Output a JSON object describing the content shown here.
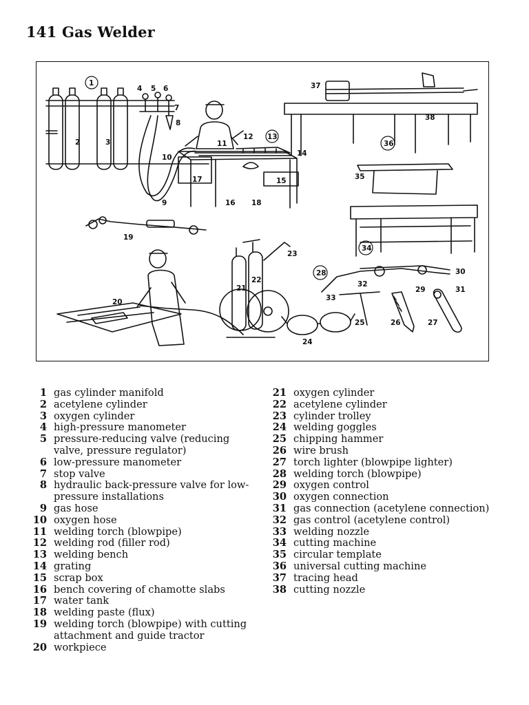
{
  "page": {
    "title": "141 Gas Welder"
  },
  "callouts": [
    "1",
    "2",
    "3",
    "4",
    "5",
    "6",
    "7",
    "8",
    "9",
    "10",
    "11",
    "12",
    "13",
    "14",
    "15",
    "16",
    "17",
    "18",
    "19",
    "20",
    "21",
    "22",
    "23",
    "24",
    "25",
    "26",
    "27",
    "28",
    "29",
    "30",
    "31",
    "32",
    "33",
    "34",
    "35",
    "36",
    "37",
    "38"
  ],
  "legend_left": [
    {
      "num": "1",
      "text": "gas cylinder manifold"
    },
    {
      "num": "2",
      "text": "acetylene cylinder"
    },
    {
      "num": "3",
      "text": "oxygen cylinder"
    },
    {
      "num": "4",
      "text": "high-pressure manometer"
    },
    {
      "num": "5",
      "text": "pressure-reducing valve (reducing valve, pressure regulator)"
    },
    {
      "num": "6",
      "text": "low-pressure manometer"
    },
    {
      "num": "7",
      "text": "stop valve"
    },
    {
      "num": "8",
      "text": "hydraulic back-pressure valve for low-pressure installations"
    },
    {
      "num": "9",
      "text": "gas hose"
    },
    {
      "num": "10",
      "text": "oxygen hose"
    },
    {
      "num": "11",
      "text": "welding torch (blowpipe)"
    },
    {
      "num": "12",
      "text": "welding rod (filler rod)"
    },
    {
      "num": "13",
      "text": "welding bench"
    },
    {
      "num": "14",
      "text": "grating"
    },
    {
      "num": "15",
      "text": "scrap box"
    },
    {
      "num": "16",
      "text": "bench covering of chamotte slabs"
    },
    {
      "num": "17",
      "text": "water tank"
    },
    {
      "num": "18",
      "text": "welding paste (flux)"
    },
    {
      "num": "19",
      "text": "welding torch (blowpipe) with cutting attachment and guide tractor"
    },
    {
      "num": "20",
      "text": "workpiece"
    }
  ],
  "legend_right": [
    {
      "num": "21",
      "text": "oxygen cylinder"
    },
    {
      "num": "22",
      "text": "acetylene cylinder"
    },
    {
      "num": "23",
      "text": "cylinder trolley"
    },
    {
      "num": "24",
      "text": "welding goggles"
    },
    {
      "num": "25",
      "text": "chipping hammer"
    },
    {
      "num": "26",
      "text": "wire brush"
    },
    {
      "num": "27",
      "text": "torch lighter (blowpipe lighter)"
    },
    {
      "num": "28",
      "text": "welding torch (blowpipe)"
    },
    {
      "num": "29",
      "text": "oxygen control"
    },
    {
      "num": "30",
      "text": "oxygen connection"
    },
    {
      "num": "31",
      "text": "gas connection (acetylene connection)"
    },
    {
      "num": "32",
      "text": "gas control (acetylene control)"
    },
    {
      "num": "33",
      "text": "welding nozzle"
    },
    {
      "num": "34",
      "text": "cutting machine"
    },
    {
      "num": "35",
      "text": "circular template"
    },
    {
      "num": "36",
      "text": "universal cutting machine"
    },
    {
      "num": "37",
      "text": "tracing head"
    },
    {
      "num": "38",
      "text": "cutting nozzle"
    }
  ]
}
